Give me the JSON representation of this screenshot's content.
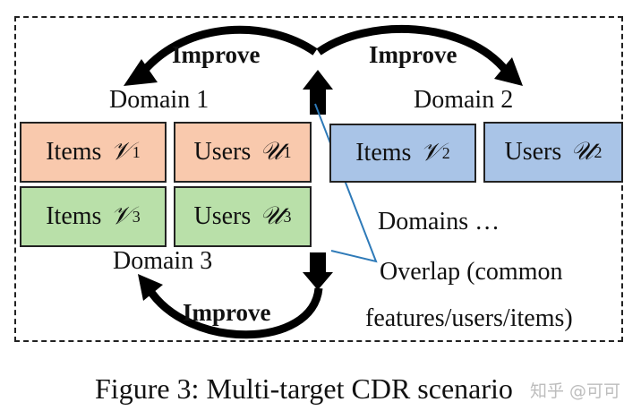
{
  "figure": {
    "domains": [
      {
        "label": "Domain 1",
        "items_word": "Items",
        "items_symbol": "𝒱",
        "items_sup": "1",
        "users_word": "Users",
        "users_symbol": "𝒰",
        "users_sup": "1",
        "color": "#f9c9ad"
      },
      {
        "label": "Domain 2",
        "items_word": "Items",
        "items_symbol": "𝒱",
        "items_sup": "2",
        "users_word": "Users",
        "users_symbol": "𝒰",
        "users_sup": "2",
        "color": "#a9c4e7"
      },
      {
        "label": "Domain 3",
        "items_word": "Items",
        "items_symbol": "𝒱",
        "items_sup": "3",
        "users_word": "Users",
        "users_symbol": "𝒰",
        "users_sup": "3",
        "color": "#b9e0a9"
      }
    ],
    "improve_labels": [
      "Improve",
      "Improve",
      "Improve"
    ],
    "more_domains": "Domains …",
    "overlap_line1": "Overlap (common",
    "overlap_line2": "features/users/items)",
    "overlap_line_color": "#2e7ab8"
  },
  "caption": "Figure 3: Multi-target CDR scenario",
  "watermark": "知乎 @可可"
}
